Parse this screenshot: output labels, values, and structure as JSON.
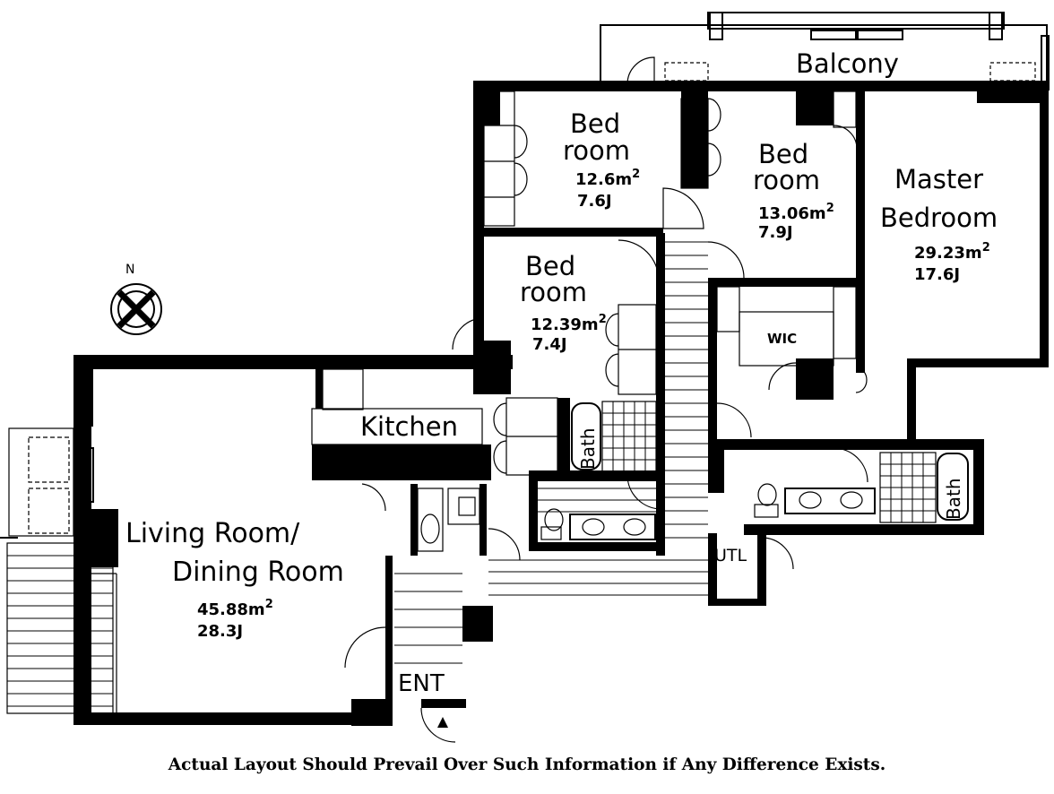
{
  "rooms": {
    "balcony": {
      "label": "Balcony"
    },
    "bedroom1": {
      "line1": "Bed",
      "line2": "room",
      "area": "12.6m",
      "sup": "2",
      "jo": "7.6J"
    },
    "bedroom2": {
      "line1": "Bed",
      "line2": "room",
      "area": "13.06m",
      "sup": "2",
      "jo": "7.9J"
    },
    "master": {
      "line1": "Master",
      "line2": "Bedroom",
      "area": "29.23m",
      "sup": "2",
      "jo": "17.6J"
    },
    "bedroom3": {
      "line1": "Bed",
      "line2": "room",
      "area": "12.39m",
      "sup": "2",
      "jo": "7.4J"
    },
    "wic": {
      "label": "WIC"
    },
    "kitchen": {
      "label": "Kitchen"
    },
    "bath1": {
      "label": "Bath"
    },
    "bath2": {
      "label": "Bath"
    },
    "living": {
      "line1": "Living Room/",
      "line2": "Dining Room",
      "area": "45.88m",
      "sup": "2",
      "jo": "28.3J"
    },
    "utl": {
      "label": "UTL"
    },
    "ent": {
      "label": "ENT"
    }
  },
  "compass": {
    "label": "N"
  },
  "disclaimer": "Actual Layout Should Prevail Over Such Information if Any Difference Exists."
}
